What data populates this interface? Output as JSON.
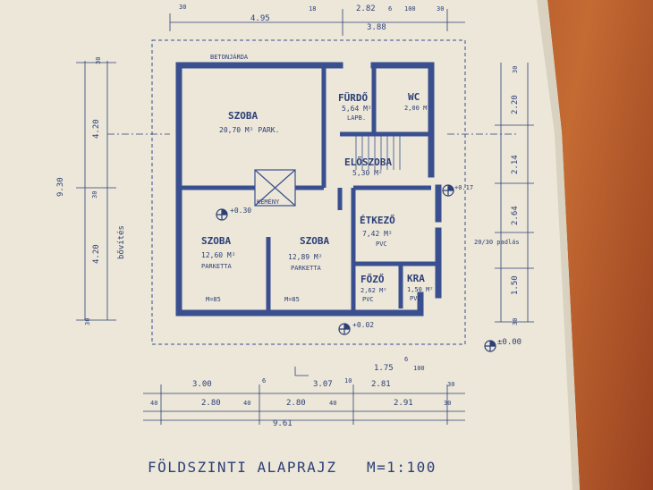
{
  "title": "FÖLDSZINTI ALAPRAJZ",
  "scale": "M=1:100",
  "colors": {
    "ink": "#2c3f78",
    "wall": "#3a4f8f",
    "paper": "#ece7d8"
  },
  "rooms": {
    "szoba1": {
      "name": "SZOBA",
      "area": "20,70 M² PARK."
    },
    "furdo": {
      "name": "FÜRDŐ",
      "area": "5,64 M²",
      "floor": "LAPB."
    },
    "wc": {
      "name": "WC",
      "area": "2,00 M²"
    },
    "eloszoba": {
      "name": "ELŐSZOBA",
      "area": "5,30 M²"
    },
    "szoba2": {
      "name": "SZOBA",
      "area": "12,60 M²",
      "floor": "PARKETTA"
    },
    "szoba3": {
      "name": "SZOBA",
      "area": "12,89 M²",
      "floor": "PARKETTA"
    },
    "etkezo": {
      "name": "ÉTKEZŐ",
      "area": "7,42 M²",
      "floor": "PVC"
    },
    "fozo": {
      "name": "FŐZŐ",
      "area": "2,62 M²",
      "floor": "PVC"
    },
    "kamra": {
      "name": "KRA",
      "area": "1,50 M²",
      "floor": "PVC"
    },
    "kemeny": {
      "name": "KÉMÉNY"
    }
  },
  "top_dims": {
    "a": "4.95",
    "b": "2.82",
    "c": "3.88",
    "d": "18",
    "e": "30",
    "f": "6",
    "g": "100",
    "h": "30"
  },
  "bottom_dims": {
    "row1": [
      "3.00",
      "6",
      "3.07",
      "10",
      "2.81",
      "1.75",
      "6",
      "100",
      "30"
    ],
    "row2": [
      "40",
      "2.80",
      "40",
      "2.80",
      "40",
      "2.91",
      "30"
    ],
    "total": "9.61"
  },
  "left_dims": {
    "total": "9.30",
    "top": "4.20",
    "bottom": "4.20",
    "t1": "30",
    "t2": "30",
    "t3": "30",
    "note": "bővítés"
  },
  "right_dims": [
    "30",
    "2.20",
    "2.14",
    "2.64",
    "1.50",
    "30"
  ],
  "elevations": {
    "main": "+0.30",
    "step": "+0.02",
    "ground": "±0.00",
    "terrace": "+0.17"
  },
  "labels": {
    "betonjarda": "BETONJÁRDA",
    "padlo": "20/30 padlás",
    "m85": "M=85"
  }
}
